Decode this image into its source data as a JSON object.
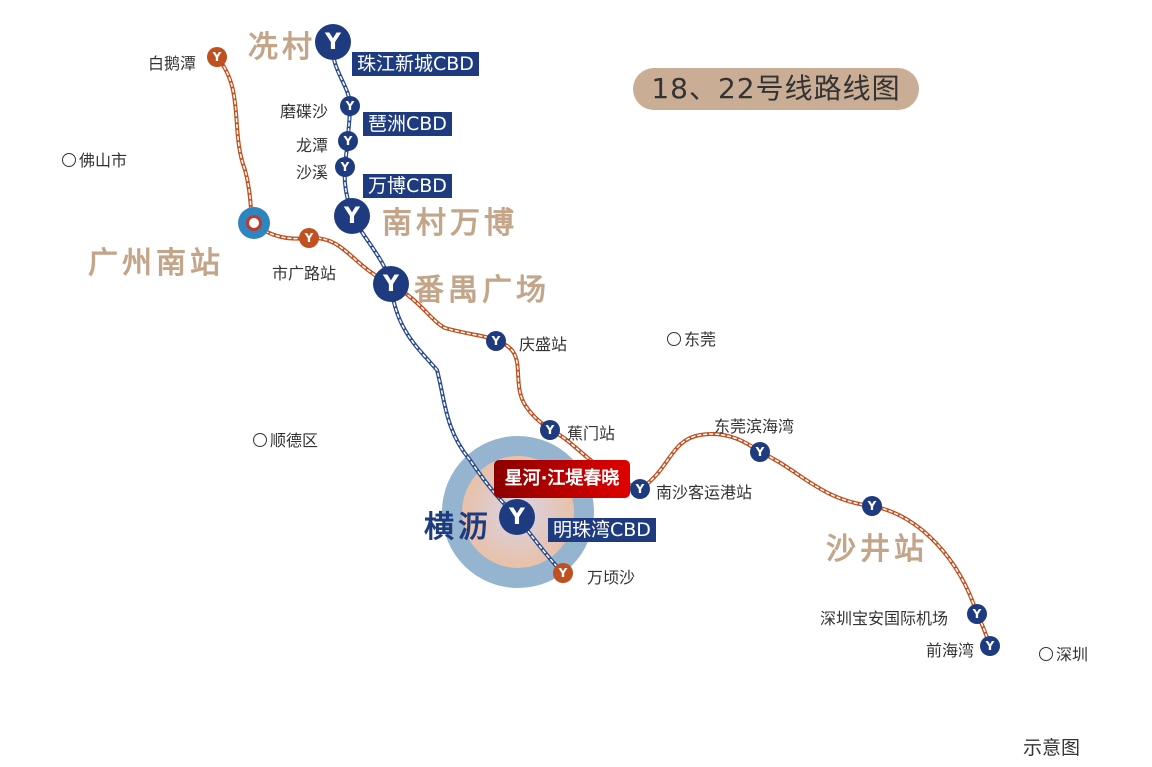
{
  "title": "18、22号线路线图",
  "footnote": "示意图",
  "project": "星河·江堤春晓",
  "colors": {
    "line18": "#1f3b80",
    "line22": "#c0501f",
    "tan": "#c3a58a"
  },
  "districts": {
    "xiancun": "冼村",
    "nancun": "南村万博",
    "panyu": "番禺广场",
    "hengli": "横沥",
    "gznan": "广州南站",
    "shajing": "沙井站"
  },
  "cbd": {
    "zhujiang": "珠江新城CBD",
    "pazhou": "琶洲CBD",
    "wanbo": "万博CBD",
    "mingzhu": "明珠湾CBD"
  },
  "stations": {
    "baietan": "白鹅潭",
    "modiesha": "磨碟沙",
    "longtan": "龙潭",
    "shaxi": "沙溪",
    "shiguanglu": "市广路站",
    "qingsheng": "庆盛站",
    "jiaomen": "蕉门站",
    "nansha_port": "南沙客运港站",
    "dongguan_bay": "东莞滨海湾",
    "wanqingsha": "万顷沙",
    "shenzhen_airport": "深圳宝安国际机场",
    "qianhaiwan": "前海湾"
  },
  "cities": {
    "foshan": "佛山市",
    "dongguan": "东莞",
    "shunde": "顺德区",
    "shenzhen": "深圳"
  },
  "icon_glyph": "Y"
}
